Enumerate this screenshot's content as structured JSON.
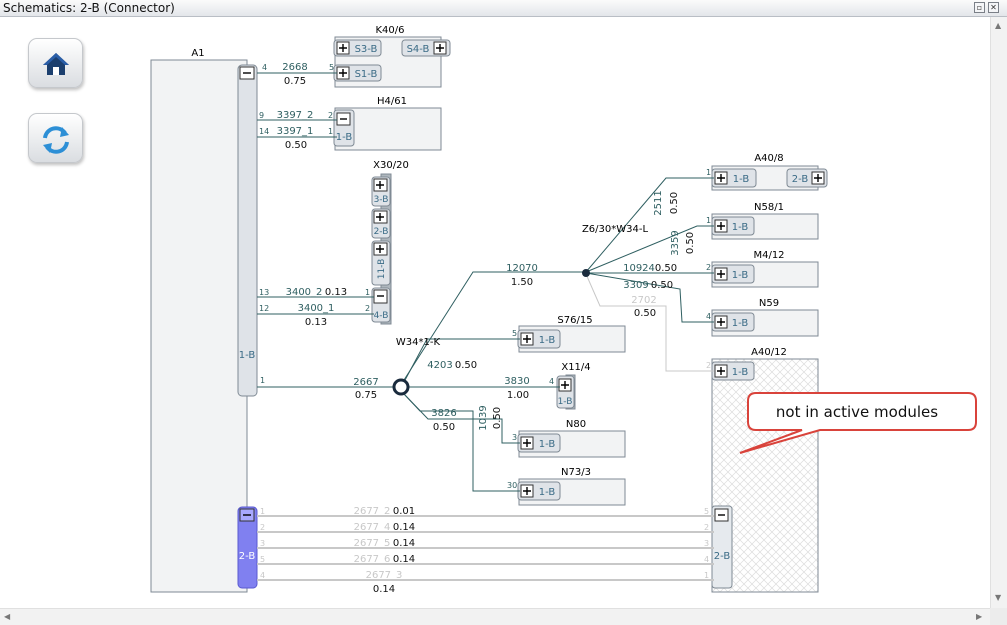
{
  "window": {
    "title": "Schematics: 2-B (Connector)"
  },
  "toolbar": {
    "home_icon": "home-icon",
    "refresh_icon": "refresh-icon"
  },
  "callout": {
    "text": "not in active modules"
  },
  "colors": {
    "wire": "#2f5f61",
    "inactive_wire": "#c8c8c8",
    "selected_connector": "#8080f0",
    "callout_border": "#d9433b"
  },
  "components": {
    "A1": {
      "label": "A1",
      "conn1": "1-B",
      "conn2": "2-B"
    },
    "K40_6": {
      "label": "K40/6",
      "c1": "S3-B",
      "c2": "S4-B",
      "c3": "S1-B"
    },
    "H4_61": {
      "label": "H4/61",
      "c1": "1-B"
    },
    "X30_20": {
      "label": "X30/20",
      "c1": "3-B",
      "c2": "2-B",
      "c3": "11-B",
      "c4": "4-B"
    },
    "A40_8": {
      "label": "A40/8",
      "c1": "1-B",
      "c2": "2-B"
    },
    "N58_1": {
      "label": "N58/1",
      "c1": "1-B"
    },
    "M4_12": {
      "label": "M4/12",
      "c1": "1-B"
    },
    "N59": {
      "label": "N59",
      "c1": "1-B"
    },
    "S76_15": {
      "label": "S76/15",
      "c1": "1-B"
    },
    "X11_4": {
      "label": "X11/4",
      "c1": "1-B"
    },
    "N80": {
      "label": "N80",
      "c1": "1-B"
    },
    "N73_3": {
      "label": "N73/3",
      "c1": "1-B"
    },
    "A40_12": {
      "label": "A40/12",
      "c1": "1-B",
      "c2": "2-B"
    }
  },
  "junctions": {
    "z6": "Z6/30*W34-L",
    "w34": "W34*1-K"
  },
  "wires": {
    "w2668": {
      "id": "2668",
      "gauge": "0.75",
      "pin_a": "4",
      "pin_b": "5"
    },
    "w3397_2": {
      "id": "3397_2",
      "pin_a": "9",
      "pin_b": "2"
    },
    "w3397_1": {
      "id": "3397_1",
      "gauge": "0.50",
      "pin_a": "14",
      "pin_b": "1"
    },
    "w3400_2": {
      "id": "3400_2",
      "gauge": "0.13",
      "pin_a": "13",
      "pin_b": "1"
    },
    "w3400_1": {
      "id": "3400_1",
      "gauge": "0.13",
      "pin_a": "12",
      "pin_b": "2"
    },
    "w2667": {
      "id": "2667",
      "gauge": "0.75",
      "pin_a": "1"
    },
    "w12070": {
      "id": "12070",
      "gauge": "1.50"
    },
    "w2511": {
      "id": "2511",
      "gauge": "0.50",
      "pin_b": "1"
    },
    "w3359": {
      "id": "3359",
      "gauge": "0.50",
      "pin_b": "1"
    },
    "w10924": {
      "id": "10924",
      "gauge": "0.50",
      "pin_b": "2"
    },
    "w3309": {
      "id": "3309",
      "gauge": "0.50",
      "pin_b": "4"
    },
    "w2702": {
      "id": "2702",
      "gauge": "0.50",
      "pin_b": "2"
    },
    "w4203": {
      "id": "4203",
      "gauge": "0.50",
      "pin_b": "5"
    },
    "w3830": {
      "id": "3830",
      "gauge": "1.00",
      "pin_b": "4"
    },
    "w3826": {
      "id": "3826",
      "gauge": "0.50"
    },
    "w1039": {
      "id": "1039",
      "gauge": "0.50",
      "pin_b": "3"
    },
    "w30": {
      "pin_b": "30"
    },
    "w2677_2": {
      "id": "2677_2",
      "gauge": "0.01",
      "pin_a": "1",
      "pin_b": "5"
    },
    "w2677_4": {
      "id": "2677_4",
      "gauge": "0.14",
      "pin_a": "2",
      "pin_b": "2"
    },
    "w2677_5": {
      "id": "2677_5",
      "gauge": "0.14",
      "pin_a": "3",
      "pin_b": "3"
    },
    "w2677_6": {
      "id": "2677_6",
      "gauge": "0.14",
      "pin_a": "5",
      "pin_b": "4"
    },
    "w2677_3": {
      "id": "2677_3",
      "gauge": "0.14",
      "pin_a": "4",
      "pin_b": "1"
    }
  }
}
